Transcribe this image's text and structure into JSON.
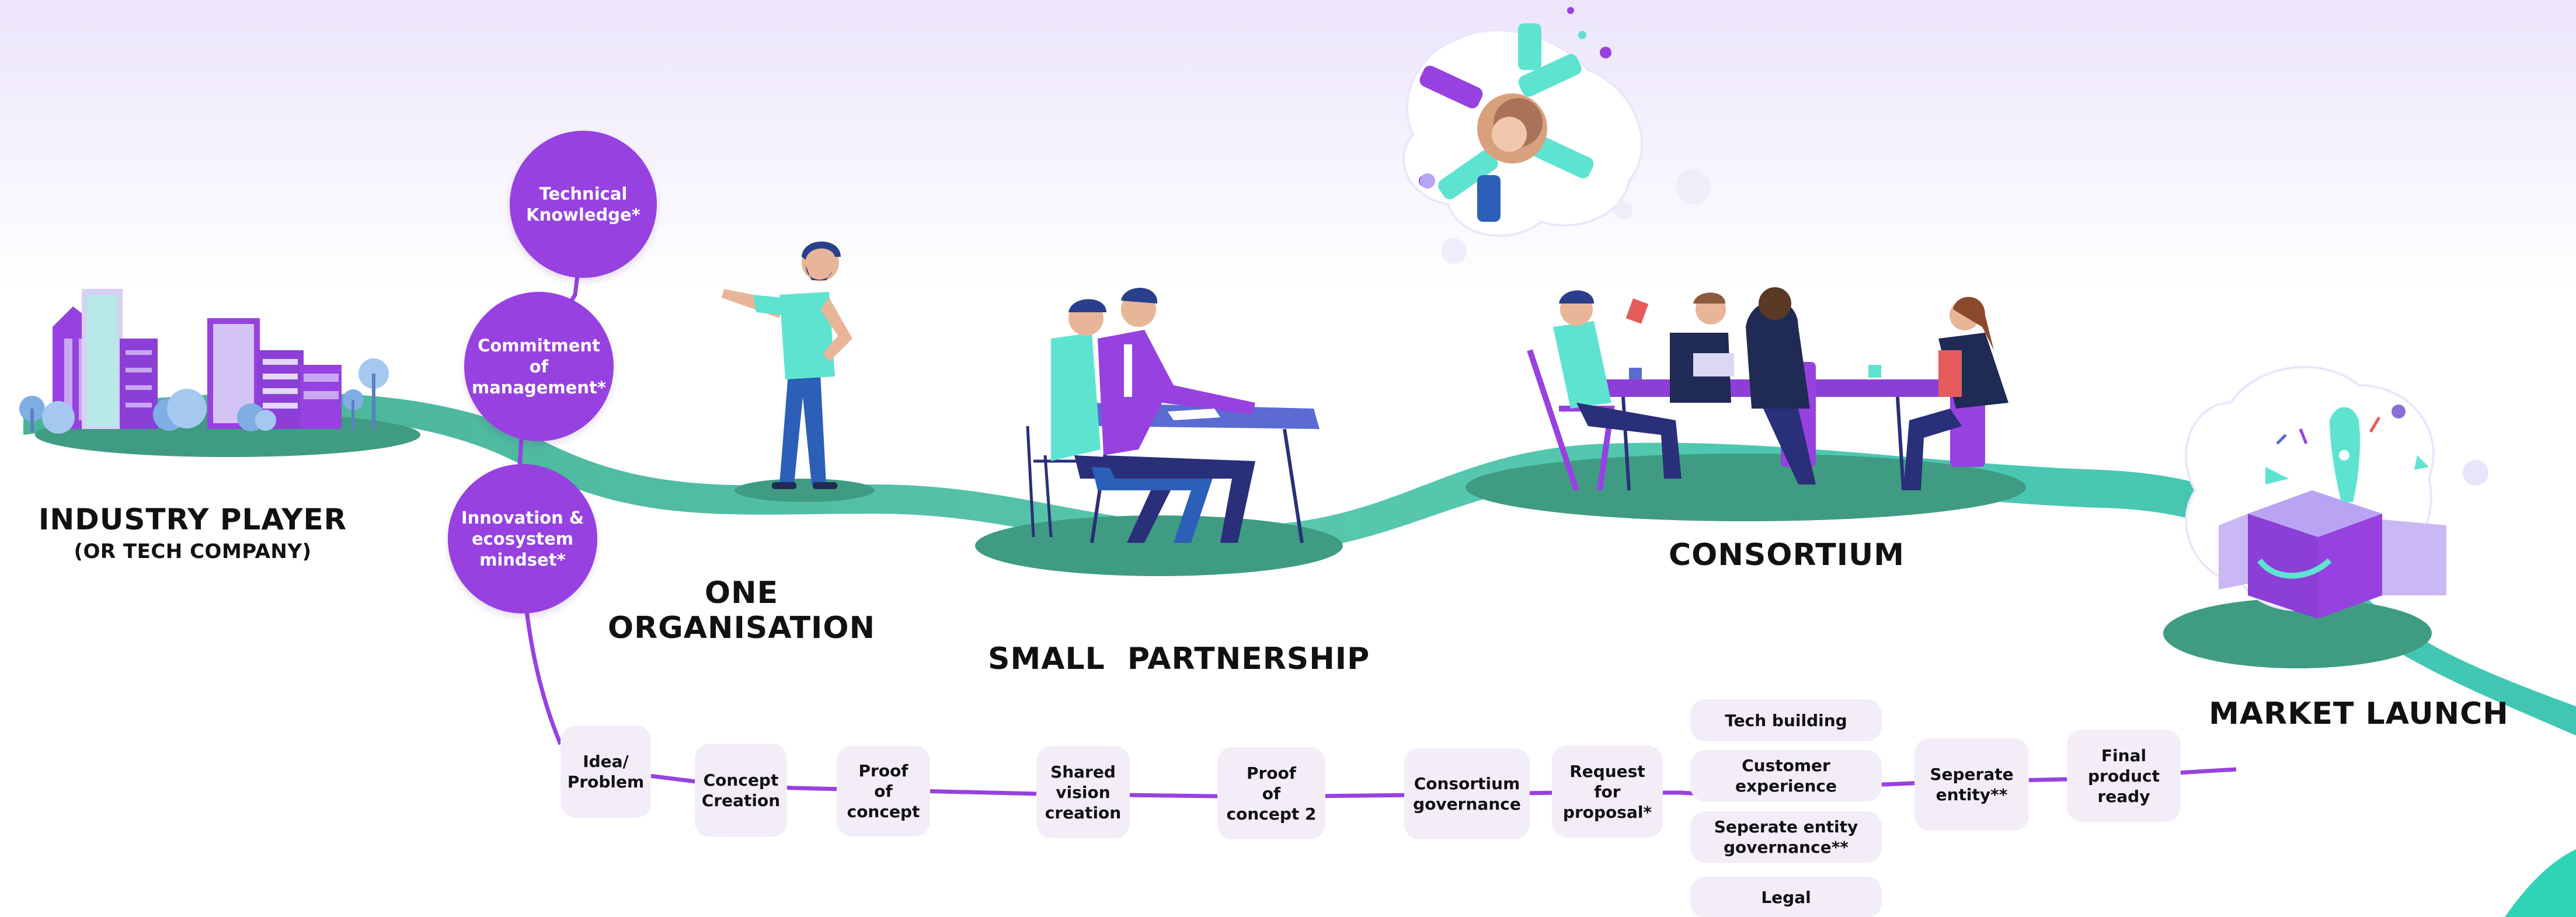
{
  "stages": {
    "industry_player": "INDUSTRY PLAYER",
    "industry_player_sub": "(OR TECH COMPANY)",
    "one_organisation": "ONE\nORGANISATION",
    "small_partnership": "SMALL  PARTNERSHIP",
    "consortium": "CONSORTIUM",
    "market_launch": "MARKET LAUNCH"
  },
  "circles": [
    "Technical\nKnowledge*",
    "Commitment\nof\nmanagement*",
    "Innovation &\necosystem\nmindset*"
  ],
  "steps": [
    "Idea/\nProblem",
    "Concept\nCreation",
    "Proof\nof\nconcept",
    "Shared\nvision\ncreation",
    "Proof\nof\nconcept 2",
    "Consortium\ngovernance",
    "Request\nfor\nproposal*",
    "Tech building",
    "Customer\nexperience",
    "Seperate entity\ngovernance**",
    "Legal",
    "Seperate\nentity**",
    "Final\nproduct\nready"
  ],
  "colors": {
    "purple": "#9741e0",
    "teal": "#4fc4a8",
    "dark_teal": "#3f9c82",
    "step_bg": "#f3edf8",
    "navy": "#2a2f7a",
    "skin": "#e9b598",
    "mint": "#5fe3d1"
  },
  "icons": [
    "city-buildings-icon",
    "stacked-hands-icon",
    "rocket-box-icon"
  ]
}
